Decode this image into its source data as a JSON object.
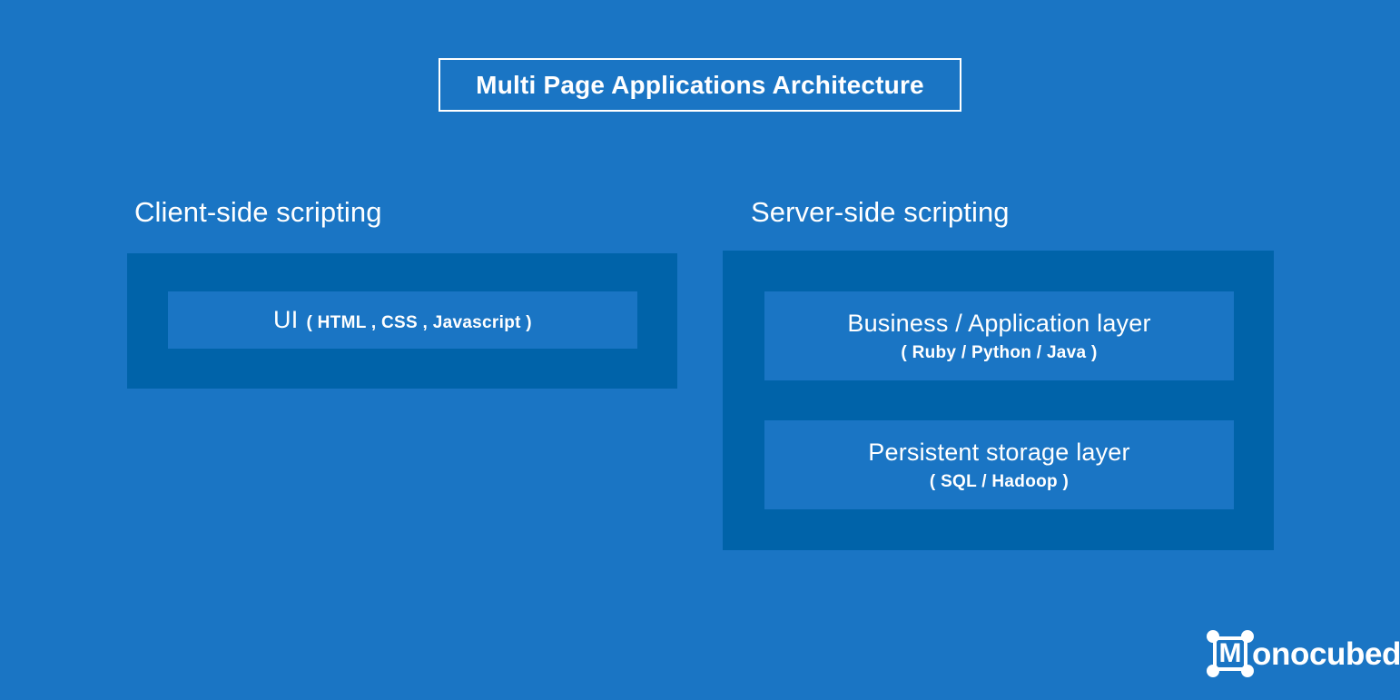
{
  "diagram": {
    "title": "Multi Page Applications Architecture",
    "background_color": "#1a75c4",
    "panel_color": "#0063a9",
    "box_color": "#1a75c4",
    "text_color": "#ffffff",
    "columns": [
      {
        "heading": "Client-side scripting",
        "boxes": [
          {
            "main": "UI",
            "sub": "( HTML , CSS , Javascript )",
            "sub_inline": true
          }
        ]
      },
      {
        "heading": "Server-side scripting",
        "boxes": [
          {
            "main": "Business / Application layer",
            "sub": "( Ruby / Python / Java )",
            "sub_inline": false
          },
          {
            "main": "Persistent storage layer",
            "sub": "( SQL / Hadoop )",
            "sub_inline": false
          }
        ]
      }
    ]
  },
  "logo": {
    "mark_letter": "M",
    "wordmark": "onocubed",
    "full_name": "Monocubed"
  }
}
